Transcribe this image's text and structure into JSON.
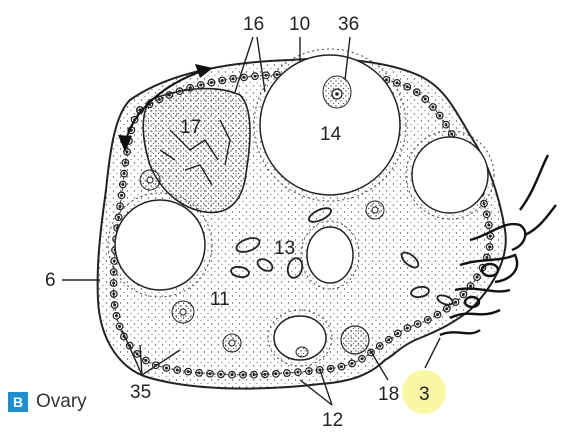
{
  "figure": {
    "badge": "B",
    "caption": "Ovary",
    "highlight_color": "#fbf6a6",
    "badge_color": "#1f8fd0"
  },
  "labels": {
    "l16": "16",
    "l10": "10",
    "l36": "36",
    "l17": "17",
    "l14": "14",
    "l13": "13",
    "l6": "6",
    "l11": "11",
    "l35": "35",
    "l18": "18",
    "l3": "3",
    "l12": "12"
  }
}
